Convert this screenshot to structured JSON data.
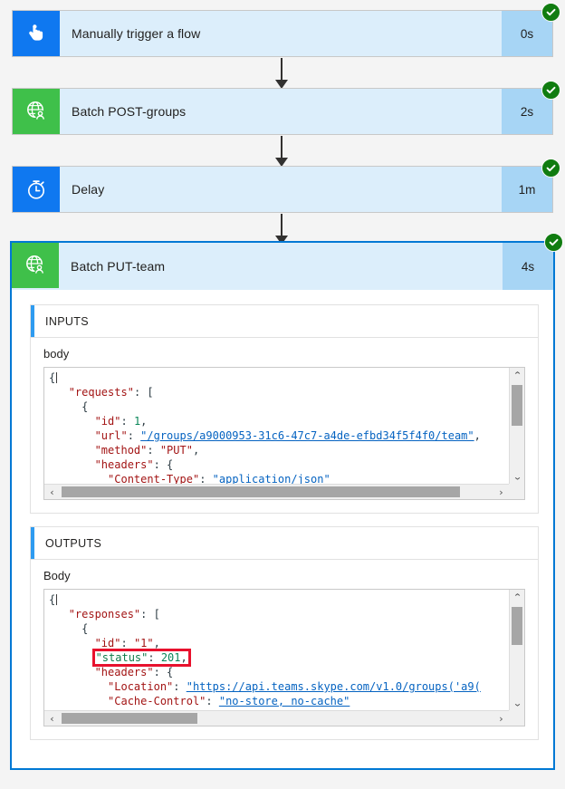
{
  "flow": {
    "steps": [
      {
        "title": "Manually trigger a flow",
        "duration": "0s",
        "icon": "touch-hand-icon",
        "icon_bg": "#0f78f0",
        "status": "succeeded",
        "expanded": false
      },
      {
        "title": "Batch POST-groups",
        "duration": "2s",
        "icon": "globe-person-icon",
        "icon_bg": "#3fc04a",
        "status": "succeeded",
        "expanded": false
      },
      {
        "title": "Delay",
        "duration": "1m",
        "icon": "stopwatch-icon",
        "icon_bg": "#0f78f0",
        "status": "succeeded",
        "expanded": false
      },
      {
        "title": "Batch PUT-team",
        "duration": "4s",
        "icon": "globe-person-icon",
        "icon_bg": "#3fc04a",
        "status": "succeeded",
        "expanded": true
      }
    ],
    "status_check_glyph": "check-icon",
    "connector_icon": "down-arrow-icon"
  },
  "detail": {
    "inputs": {
      "section_label": "INPUTS",
      "field_label": "body",
      "code_lines": [
        "{",
        "   \"requests\": [",
        "     {",
        "       \"id\": 1,",
        "       \"url\": \"/groups/a9000953-31c6-47c7-a4de-efbd34f5f4f0/team\",",
        "       \"method\": \"PUT\",",
        "       \"headers\": {",
        "         \"Content-Type\": \"application/json\""
      ],
      "scroll": {
        "vertical_position": "near-top",
        "horizontal_position": "left"
      }
    },
    "outputs": {
      "section_label": "OUTPUTS",
      "field_label": "Body",
      "code_lines": [
        "{",
        "   \"responses\": [",
        "     {",
        "       \"id\": \"1\",",
        "       \"status\": 201,",
        "       \"headers\": {",
        "         \"Location\": \"https://api.teams.skype.com/v1.0/groups('a9(",
        "         \"Cache-Control\": \"no-store, no-cache\""
      ],
      "highlighted_text": "\"status\": 201,",
      "highlight_color": "#e8112d",
      "scroll": {
        "vertical_position": "near-top",
        "horizontal_position": "left"
      }
    }
  },
  "json_tokens": {
    "inputs": {
      "l0_brace": "{",
      "l1_key": "\"requests\"",
      "l1_colon": ": [",
      "l2_brace": "{",
      "l3_key": "\"id\"",
      "l3_colon": ": ",
      "l3_val": "1",
      "l3_comma": ",",
      "l4_key": "\"url\"",
      "l4_colon": ": ",
      "l4_val": "\"/groups/a9000953-31c6-47c7-a4de-efbd34f5f4f0/team\"",
      "l4_comma": ",",
      "l5_key": "\"method\"",
      "l5_colon": ": ",
      "l5_val": "\"PUT\"",
      "l5_comma": ",",
      "l6_key": "\"headers\"",
      "l6_colon": ": {",
      "l7_key": "\"Content-Type\"",
      "l7_colon": ": ",
      "l7_val": "\"application/json\""
    },
    "outputs": {
      "l0_brace": "{",
      "l1_key": "\"responses\"",
      "l1_colon": ": [",
      "l2_brace": "{",
      "l3_key": "\"id\"",
      "l3_colon": ": ",
      "l3_val": "\"1\"",
      "l3_comma": ",",
      "l4_key": "\"status\"",
      "l4_colon": ": ",
      "l4_val": "201",
      "l4_comma": ",",
      "l5_key": "\"headers\"",
      "l5_colon": ": {",
      "l6_key": "\"Location\"",
      "l6_colon": ": ",
      "l6_val": "\"https://api.teams.skype.com/v1.0/groups('a9(",
      "l7_key": "\"Cache-Control\"",
      "l7_colon": ": ",
      "l7_val": "\"no-store, no-cache\""
    }
  },
  "scrollbar": {
    "up_glyph": "⌃",
    "down_glyph": "⌄",
    "left_glyph": "‹",
    "right_glyph": "›"
  },
  "colors": {
    "accent": "#0078d4",
    "card_body": "#dceefb",
    "duration_bg": "#a7d5f5",
    "success": "#107c10",
    "highlight": "#e8112d",
    "page_bg": "#f4f4f4"
  }
}
